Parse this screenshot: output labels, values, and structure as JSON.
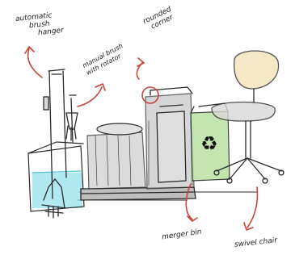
{
  "labels": {
    "automatic_brush_hanger": [
      "automatic",
      "brush",
      "hanger"
    ],
    "manual_brush_with_rotator": [
      "manual brush",
      "with rotator"
    ],
    "rounded_corner": [
      "rounded",
      "corner"
    ],
    "merger_bin": "merger bin",
    "swivel_chair": "swivel chair"
  },
  "icons": {
    "bin_symbol": "recycle-icon"
  },
  "colors": {
    "ink": "#2a2a2a",
    "annotation_arrow": "#c8453a",
    "water": "#8fe0ea",
    "bin_green": "#bfe3a8",
    "seat_yellow": "#f2e3b8"
  }
}
